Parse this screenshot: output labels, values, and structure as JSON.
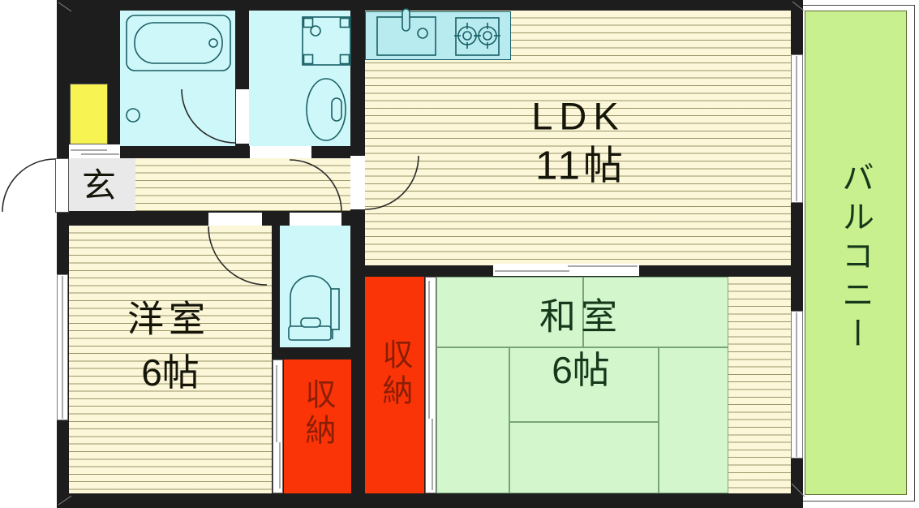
{
  "plan_type": "apartment-floor-plan",
  "rooms": {
    "ldk": {
      "name": "LDK",
      "size": "11帖"
    },
    "western": {
      "name": "洋室",
      "size": "6帖"
    },
    "japanese": {
      "name": "和室",
      "size": "6帖"
    },
    "entrance": {
      "name": "玄"
    },
    "balcony": {
      "name": "バルコニー"
    },
    "storage_front": {
      "name": "収納"
    },
    "storage_japanese": {
      "name": "収納"
    }
  },
  "icons": {
    "bathtub": "bathtub-icon",
    "washing_machine_pan": "washing-machine-pan-icon",
    "wash_basin": "wash-basin-icon",
    "toilet": "toilet-icon",
    "kitchen_sink": "kitchen-sink-icon",
    "gas_stove": "gas-stove-icon",
    "door_swing": "door-swing-arc"
  },
  "colors": {
    "wall": "#1d1d1d",
    "wood": "#fbf7d8",
    "wood_line": "rgba(115,108,60,0.7)",
    "room_cyan": "#cdf7f8",
    "counter_cyan": "#b7ebf0",
    "fixture_line": "#1a5f66",
    "tatami": "#d3f6cd",
    "tatami_line": "#79a479",
    "balcony": "#c9f08e",
    "balcony_border": "#5a6e2e",
    "storage_red": "#fb3408",
    "shoe_yellow": "#f7f353",
    "entrance_gray": "#e9e9e9",
    "text_dark": "#15150a",
    "text_green": "#16391b",
    "text_red": "#8a1e04",
    "door_line": "#2b2b2b"
  }
}
